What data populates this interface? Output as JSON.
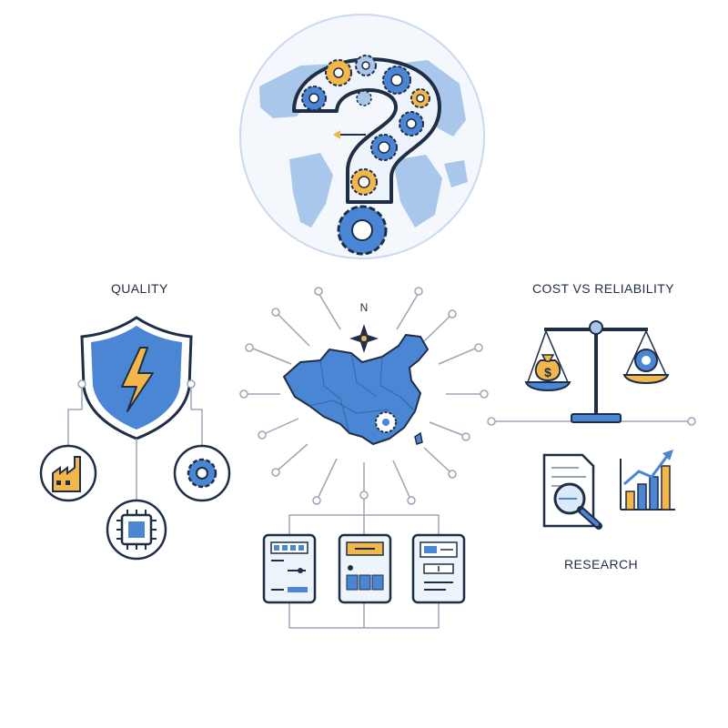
{
  "labels": {
    "quality": "QUALITY",
    "cost_vs_reliability": "COST VS RELIABILITY",
    "research": "RESEARCH",
    "compass_north": "N",
    "currency_symbol": "$"
  },
  "icons": {
    "globe": "globe-icon",
    "question_mark": "question-mark-gears-icon",
    "shield": "shield-lightning-icon",
    "factory": "factory-icon",
    "chip": "microchip-icon",
    "gear": "gear-icon",
    "map": "china-map-icon",
    "compass": "compass-rose-icon",
    "scale": "balance-scale-icon",
    "document": "document-magnifier-icon",
    "growth_chart": "growth-bar-chart-icon",
    "panels": [
      "control-panel-icon",
      "control-panel-icon",
      "control-panel-icon"
    ]
  },
  "colors": {
    "navy": "#1f2d45",
    "blue": "#4a86d4",
    "light_blue": "#a9c7ea",
    "pale_blue": "#dce9f8",
    "orange": "#f2b64a",
    "line_gray": "#9aa5b5"
  }
}
